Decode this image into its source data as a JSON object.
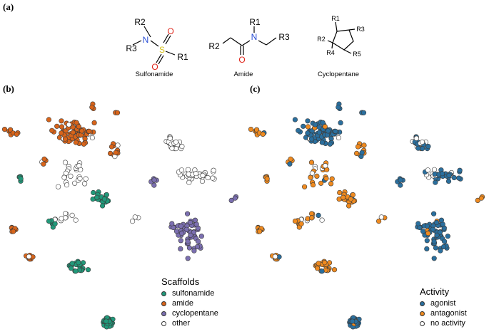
{
  "panels": {
    "a": "(a)",
    "b": "(b)",
    "c": "(c)"
  },
  "structures": {
    "sulfonamide": {
      "caption": "Sulfonamide",
      "atoms": {
        "R2": "R2",
        "R3": "R3",
        "N": "N",
        "S": "S",
        "O1": "O",
        "O2": "O",
        "R1": "R1"
      }
    },
    "amide": {
      "caption": "Amide",
      "atoms": {
        "R1": "R1",
        "R2": "R2",
        "R3": "R3",
        "N": "N",
        "O": "O"
      }
    },
    "cyclopentane": {
      "caption": "Cyclopentane",
      "atoms": {
        "R1": "R1",
        "R2": "R2",
        "R3": "R3",
        "R4": "R4",
        "R5": "R5"
      }
    }
  },
  "colors": {
    "sulfonamide": "#21997a",
    "amide": "#d8641a",
    "cyclopentane": "#7b6fb0",
    "other": "#ffffff",
    "agonist": "#2a6f9e",
    "antagonist": "#ef8a1f",
    "no_activity": "#ffffff",
    "nitrogen": "#2b4fd6",
    "oxygen": "#e0261b",
    "sulfur": "#d6c21b"
  },
  "legend_b": {
    "title": "Scaffolds",
    "items": [
      {
        "label": "sulfonamide",
        "color": "#21997a"
      },
      {
        "label": "amide",
        "color": "#d8641a"
      },
      {
        "label": "cyclopentane",
        "color": "#7b6fb0"
      },
      {
        "label": "other",
        "color": "#ffffff"
      }
    ]
  },
  "legend_c": {
    "title": "Activity",
    "items": [
      {
        "label": "agonist",
        "color": "#2a6f9e"
      },
      {
        "label": "antagonist",
        "color": "#ef8a1f"
      },
      {
        "label": "no activity",
        "color": "#ffffff"
      }
    ]
  }
}
